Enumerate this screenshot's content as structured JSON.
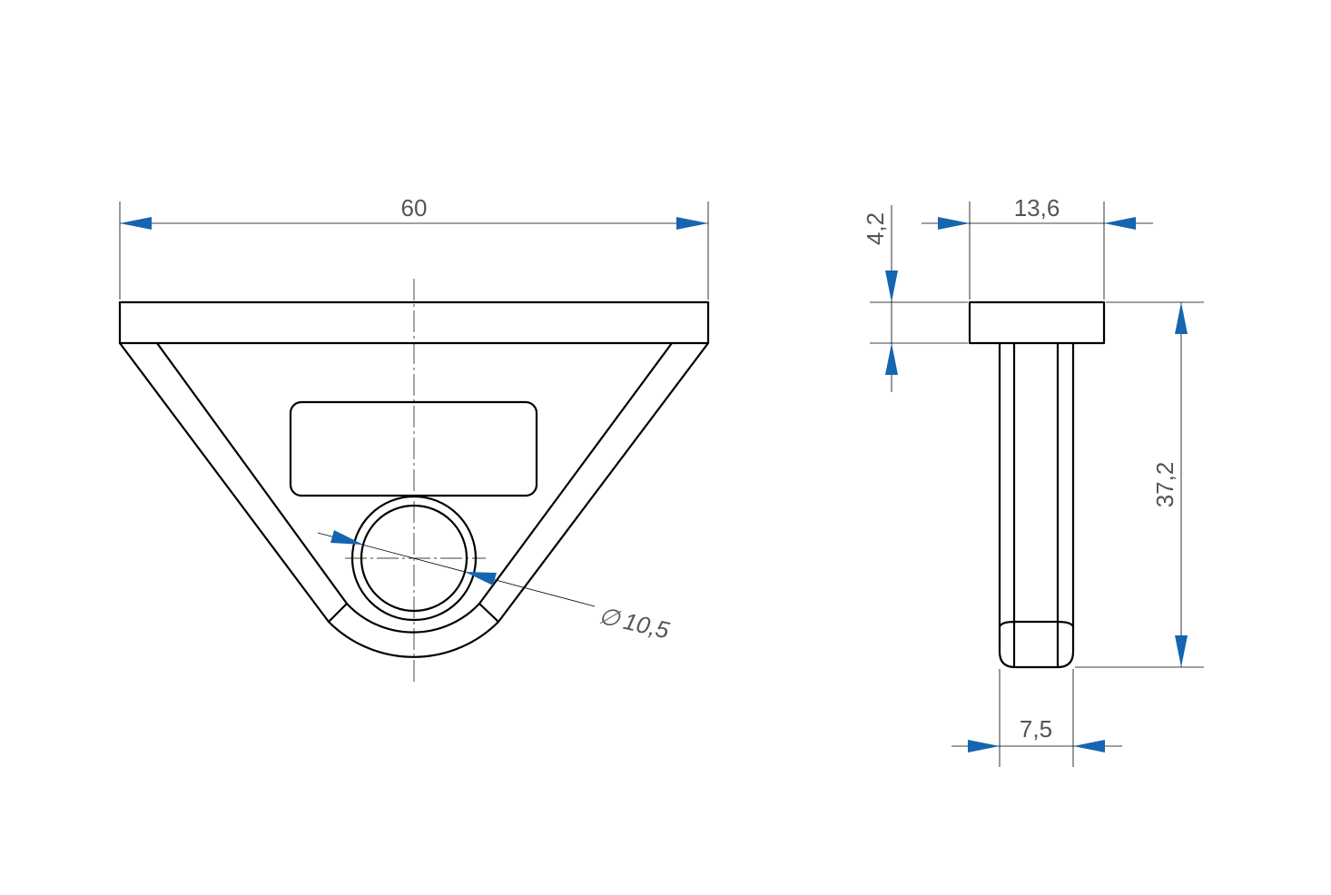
{
  "style": {
    "arrow_color": "#1565B0",
    "line_color": "#000000",
    "text_color": "#555555",
    "background": "#ffffff"
  },
  "dimensions": {
    "front_width": "60",
    "hole_diameter_symbol": "∅",
    "hole_diameter": "10,5",
    "head_thickness": "4,2",
    "head_width": "13,6",
    "body_height": "37,2",
    "body_width": "7,5"
  }
}
